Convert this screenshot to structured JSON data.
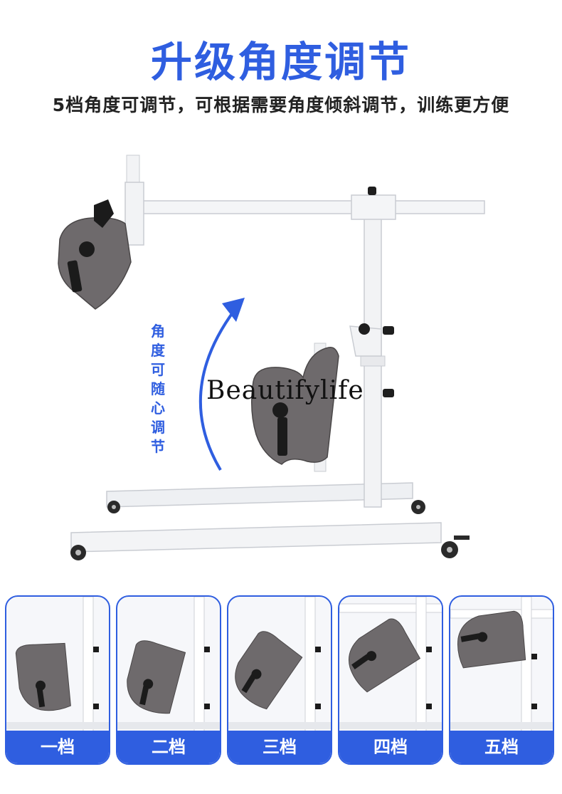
{
  "header": {
    "title": "升级角度调节",
    "subtitle": "5档角度可调节，可根据需要角度倾斜调节，训练更方便"
  },
  "main": {
    "angle_caption": "角度可随心调节",
    "watermark": "Beautifylife"
  },
  "gears": [
    {
      "label": "一档",
      "tilt_deg": -8
    },
    {
      "label": "二档",
      "tilt_deg": 12
    },
    {
      "label": "三档",
      "tilt_deg": 32
    },
    {
      "label": "四档",
      "tilt_deg": 55
    },
    {
      "label": "五档",
      "tilt_deg": 80
    }
  ],
  "colors": {
    "accent": "#2f5ee0",
    "frame": "#eef0f3",
    "device_body": "#6e6a6c",
    "pedal": "#1b1b1b"
  }
}
